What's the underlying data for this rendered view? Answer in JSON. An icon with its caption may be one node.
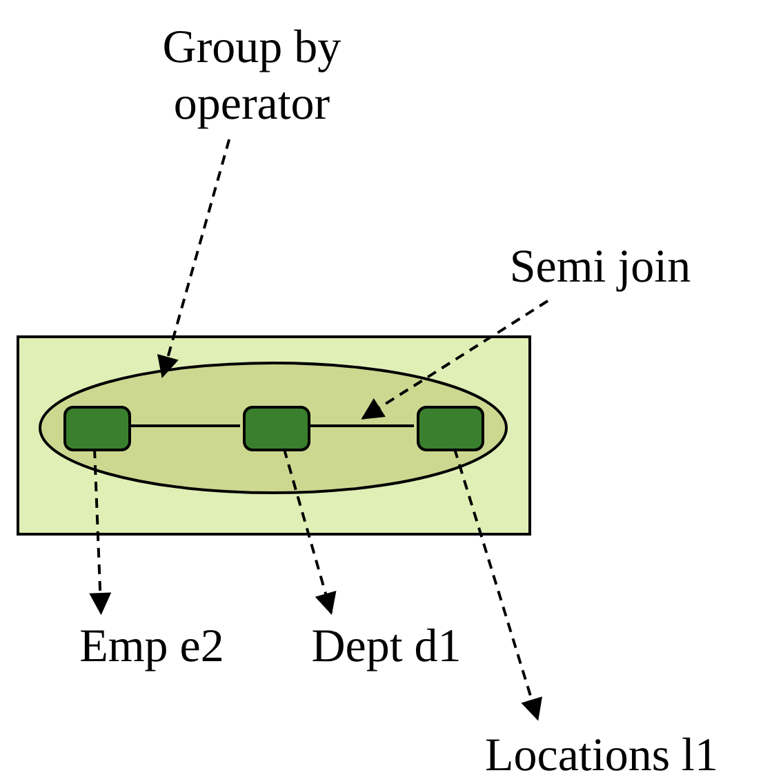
{
  "diagram": {
    "nodes": [
      {
        "text": [],
        "shape": "box"
      },
      {
        "text": [],
        "shape": "ellipse",
        "in": 0
      },
      {
        "text": [],
        "shape": "box",
        "in": 1
      },
      {
        "text": [],
        "shape": "box",
        "in": 1
      },
      {
        "text": [],
        "shape": "box",
        "in": 1
      },
      {
        "text": [
          "Group by operator"
        ]
      },
      {
        "text": [
          "Semi join"
        ]
      },
      {
        "text": [
          "Emp e2"
        ]
      },
      {
        "text": [
          "Dept d1"
        ]
      },
      {
        "text": [
          "Locations l1"
        ]
      }
    ],
    "edges": [
      {
        "from": 2,
        "to": 3,
        "arrow": "none"
      },
      {
        "from": 3,
        "to": 4,
        "arrow": "none"
      },
      {
        "from": 5,
        "to": 1,
        "arrow": "to",
        "style": "dashed"
      },
      {
        "from": 6,
        "to": null,
        "arrow": "to",
        "style": "dashed"
      },
      {
        "from": 2,
        "to": 7,
        "arrow": "to",
        "style": "dashed"
      },
      {
        "from": 3,
        "to": 8,
        "arrow": "to",
        "style": "dashed"
      },
      {
        "from": 4,
        "to": 9,
        "arrow": "to",
        "style": "dashed"
      }
    ]
  }
}
